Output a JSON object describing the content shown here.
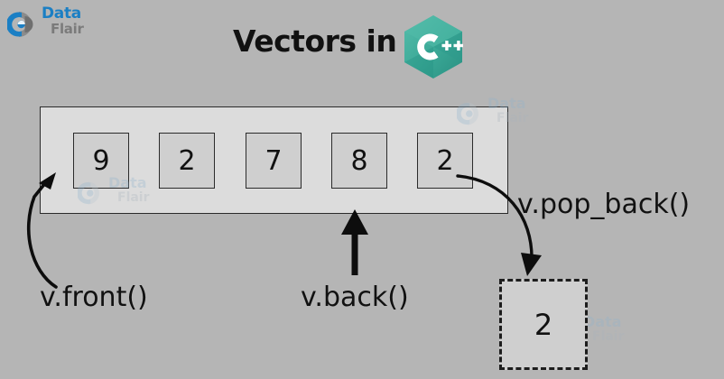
{
  "background_color": "#b5b5b5",
  "brand": {
    "name_primary": "Data",
    "name_secondary": "Flair",
    "primary_color": "#1b7fc4",
    "secondary_color": "#7b7b7b",
    "icon": "dataflair-logo-icon"
  },
  "header": {
    "title": "Vectors in",
    "logo": {
      "name": "cpp-logo-icon",
      "letter": "C",
      "plus": "++",
      "color_light": "#4cb6a4",
      "color_mid": "#3aa896",
      "color_dark": "#2b9384",
      "glyph_color": "#ffffff"
    }
  },
  "diagram": {
    "container": {
      "name": "vector-container",
      "fill": "#dcdcdc",
      "stroke": "#2b2b2b"
    },
    "cells": [
      {
        "index": 0,
        "value": "9"
      },
      {
        "index": 1,
        "value": "2"
      },
      {
        "index": 2,
        "value": "7"
      },
      {
        "index": 3,
        "value": "8"
      },
      {
        "index": 4,
        "value": "2"
      }
    ],
    "cell_fill": "#cfcfcf",
    "cell_stroke": "#2b2b2b",
    "popped_element": {
      "value": "2",
      "fill": "#cfcfcf",
      "stroke": "#1d1d1d",
      "border_style": "dashed"
    },
    "annotations": [
      {
        "id": "front",
        "label": "v.front()",
        "arrow": "curved-arrow-up-right",
        "target": "first-cell"
      },
      {
        "id": "back",
        "label": "v.back()",
        "arrow": "straight-arrow-up",
        "target": "container-bottom"
      },
      {
        "id": "pop",
        "label": "v.pop_back()",
        "arrow": "curved-arrow-down",
        "target": "popped-element"
      }
    ],
    "arrow_color": "#0d0d0d"
  },
  "watermarks": [
    {
      "text_primary": "Data",
      "text_secondary": "Flair"
    },
    {
      "text_primary": "Data",
      "text_secondary": "Flair"
    },
    {
      "text_primary": "Data",
      "text_secondary": "Flair"
    }
  ]
}
